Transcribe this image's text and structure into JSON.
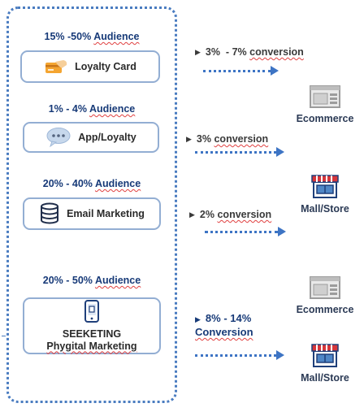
{
  "left": {
    "audiences": [
      {
        "pct": "15% -50%",
        "label": "Audience"
      },
      {
        "pct": "1% - 4%",
        "label": "Audience"
      },
      {
        "pct": "20% - 40%",
        "label": "Audience"
      },
      {
        "pct": "20% - 50%",
        "label": "Audience"
      }
    ],
    "channels": [
      {
        "label": "Loyalty Card",
        "icon": "credit-card-icon"
      },
      {
        "label": "App/Loyalty",
        "icon": "chat-bubble-icon"
      },
      {
        "label": "Email Marketing",
        "icon": "database-icon"
      },
      {
        "line1": "SEEKETING",
        "line2": "Phygital Marketing",
        "icon": "mobile-phone-icon"
      }
    ]
  },
  "conversions": [
    {
      "pct": "3%  - 7%",
      "label": "conversion"
    },
    {
      "pct": "3%",
      "label": "conversion"
    },
    {
      "pct": "2%",
      "label": "conversion"
    },
    {
      "pct": "8% - 14%",
      "label": "Conversion"
    }
  ],
  "destinations": [
    {
      "label": "Ecommerce",
      "icon": "browser-window-icon"
    },
    {
      "label": "Mall/Store",
      "icon": "storefront-icon"
    },
    {
      "label": "Ecommerce",
      "icon": "browser-window-icon"
    },
    {
      "label": "Mall/Store",
      "icon": "storefront-icon"
    }
  ],
  "colors": {
    "border": "#4a7cc0",
    "arrow": "#3d74c4",
    "audience_text": "#173a78",
    "awning_red": "#d6363b"
  }
}
